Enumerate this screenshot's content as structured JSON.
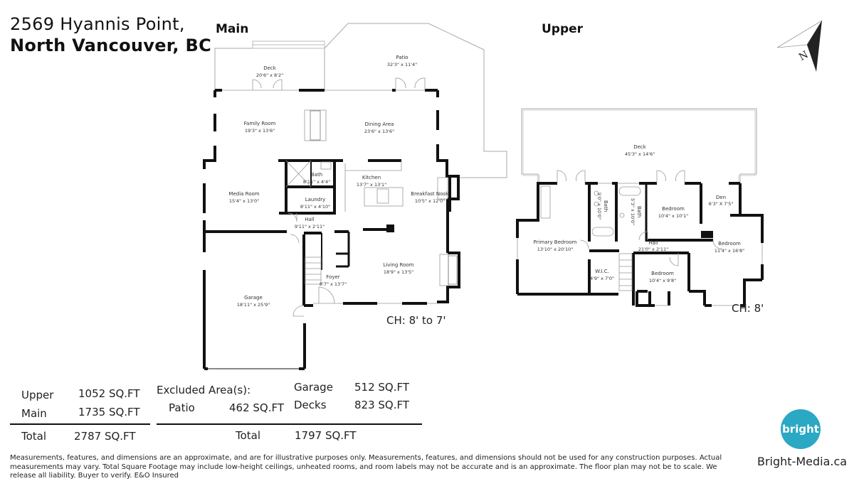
{
  "header": {
    "address_line1": "2569 Hyannis Point,",
    "address_line2": "North Vancouver, BC"
  },
  "floors": {
    "main": {
      "label": "Main",
      "ceiling_height": "CH: 8' to 7'",
      "rooms": [
        {
          "name": "Deck",
          "dim": "20'6\" x 8'2\""
        },
        {
          "name": "Patio",
          "dim": "32'3\" x 11'4\""
        },
        {
          "name": "Family Room",
          "dim": "19'3\" x 13'6\""
        },
        {
          "name": "Dining Area",
          "dim": "23'6\" x 13'6\""
        },
        {
          "name": "Media Room",
          "dim": "15'4\" x 13'0\""
        },
        {
          "name": "Bath",
          "dim": "8'11\" x 4'4\""
        },
        {
          "name": "Laundry",
          "dim": "8'11\" x 4'10\""
        },
        {
          "name": "Kitchen",
          "dim": "13'7\" x 13'1\""
        },
        {
          "name": "Breakfast Nook",
          "dim": "10'5\" x 12'0\""
        },
        {
          "name": "Hall",
          "dim": "9'11\" x 2'11\""
        },
        {
          "name": "Living Room",
          "dim": "18'9\" x 13'5\""
        },
        {
          "name": "Foyer",
          "dim": "8'7\" x 13'7\""
        },
        {
          "name": "Garage",
          "dim": "18'11\" x 25'9\""
        }
      ]
    },
    "upper": {
      "label": "Upper",
      "ceiling_height": "CH: 8'",
      "rooms": [
        {
          "name": "Deck",
          "dim": "45'3\" x 14'6\""
        },
        {
          "name": "Bath",
          "dim": "5'0\" x 10'0\""
        },
        {
          "name": "Bath",
          "dim": "5'3\" x 10'0\""
        },
        {
          "name": "Bedroom",
          "dim": "10'4\" x 10'1\""
        },
        {
          "name": "Den",
          "dim": "6'3\" X 7'5\""
        },
        {
          "name": "Primary Bedroom",
          "dim": "13'10\" x 20'10\""
        },
        {
          "name": "Hall",
          "dim": "21'0\" x 2'11\""
        },
        {
          "name": "Bedroom",
          "dim": "11'4\" x 16'8\""
        },
        {
          "name": "W.I.C.",
          "dim": "4'9\" x 7'0\""
        },
        {
          "name": "Bedroom",
          "dim": "10'4\" x 9'8\""
        }
      ]
    }
  },
  "compass": {
    "label": "N",
    "icon": "north-arrow-icon"
  },
  "area_summary": {
    "finished": [
      {
        "label": "Upper",
        "value": "1052 SQ.FT"
      },
      {
        "label": "Main",
        "value": "1735 SQ.FT"
      }
    ],
    "finished_total": {
      "label": "Total",
      "value": "2787 SQ.FT"
    },
    "excluded_heading": "Excluded Area(s):",
    "excluded": [
      {
        "label": "Patio",
        "value": "462 SQ.FT"
      },
      {
        "label": "Garage",
        "value": "512 SQ.FT"
      },
      {
        "label": "Decks",
        "value": "823 SQ.FT"
      }
    ],
    "excluded_total": {
      "label": "Total",
      "value": "1797 SQ.FT"
    }
  },
  "disclaimer": "Measurements, features, and dimensions are an approximate, and are for illustrative purposes only. Measurements, features, and dimensions should not be used for any construction purposes. Actual measurements may vary. Total Square Footage may include low-height ceilings, unheated rooms, and room labels may not be accurate and is an approximate. The floor plan may not be to scale. We release all liability. Buyer to verify. E&O Insured",
  "brand": {
    "logo_text": "bright",
    "url": "Bright-Media.ca",
    "color": "#2aa8c4"
  }
}
